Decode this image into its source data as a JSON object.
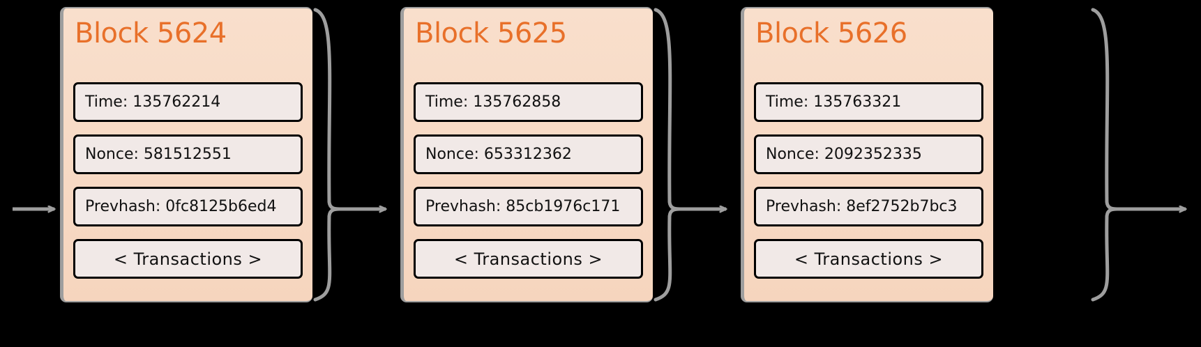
{
  "diagram": {
    "title": "blockchain-block-sequence",
    "background_color": "#000000",
    "block_fill_color": "#f8dcc8",
    "block_border_color": "#9e9e9e",
    "title_color": "#e8702a",
    "field_fill_color": "#f1e9e7",
    "field_border_color": "#000000",
    "connector_color": "#9e9e9e",
    "transactions_label": "< Transactions >",
    "blocks": [
      {
        "title": "Block 5624",
        "time": "Time: 135762214",
        "nonce": "Nonce: 581512551",
        "prevhash": "Prevhash: 0fc8125b6ed4",
        "transactions": "< Transactions >"
      },
      {
        "title": "Block 5625",
        "time": "Time: 135762858",
        "nonce": "Nonce: 653312362",
        "prevhash": "Prevhash: 85cb1976c171",
        "transactions": "< Transactions >"
      },
      {
        "title": "Block 5626",
        "time": "Time: 135763321",
        "nonce": "Nonce: 2092352335",
        "prevhash": "Prevhash: 8ef2752b7bc3",
        "transactions": "< Transactions >"
      }
    ],
    "connectors": [
      {
        "name": "inbound-arrow-block-1"
      },
      {
        "name": "brace-connector-block-1-to-block-2"
      },
      {
        "name": "brace-connector-block-2-to-block-3"
      },
      {
        "name": "brace-connector-block-3-outbound"
      }
    ]
  }
}
